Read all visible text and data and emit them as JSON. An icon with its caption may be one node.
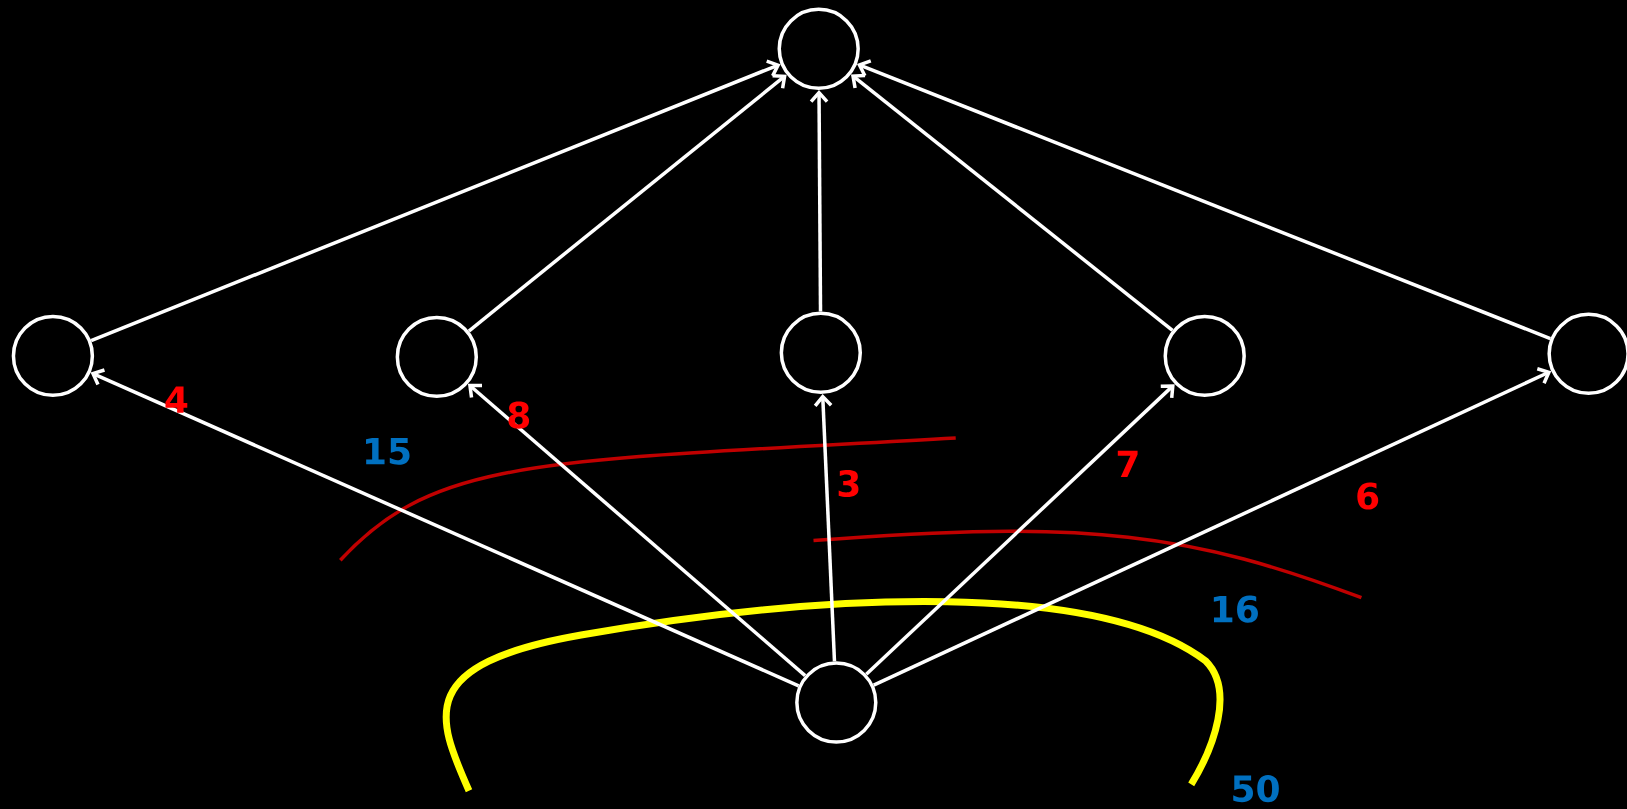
{
  "diagram": {
    "nodes": [
      {
        "text": [],
        "shape": "circle"
      },
      {
        "text": [],
        "shape": "circle"
      },
      {
        "text": [],
        "shape": "circle"
      },
      {
        "text": [],
        "shape": "circle"
      },
      {
        "text": [],
        "shape": "circle"
      },
      {
        "text": [],
        "shape": "circle"
      },
      {
        "text": [],
        "shape": "circle"
      }
    ],
    "edges": [
      {
        "from": 1,
        "to": 0,
        "arrow": "to"
      },
      {
        "from": 2,
        "to": 0,
        "arrow": "to"
      },
      {
        "from": 3,
        "to": 0,
        "arrow": "to"
      },
      {
        "from": 4,
        "to": 0,
        "arrow": "to"
      },
      {
        "from": 5,
        "to": 0,
        "arrow": "to"
      },
      {
        "from": 6,
        "to": 1,
        "arrow": "to"
      },
      {
        "from": 6,
        "to": 2,
        "arrow": "to"
      },
      {
        "from": 6,
        "to": 3,
        "arrow": "to"
      },
      {
        "from": 6,
        "to": 4,
        "arrow": "to"
      },
      {
        "from": 6,
        "to": 5,
        "arrow": "to"
      }
    ],
    "labels": [
      "4",
      "8",
      "15",
      "3",
      "7",
      "6",
      "16",
      "50"
    ]
  }
}
